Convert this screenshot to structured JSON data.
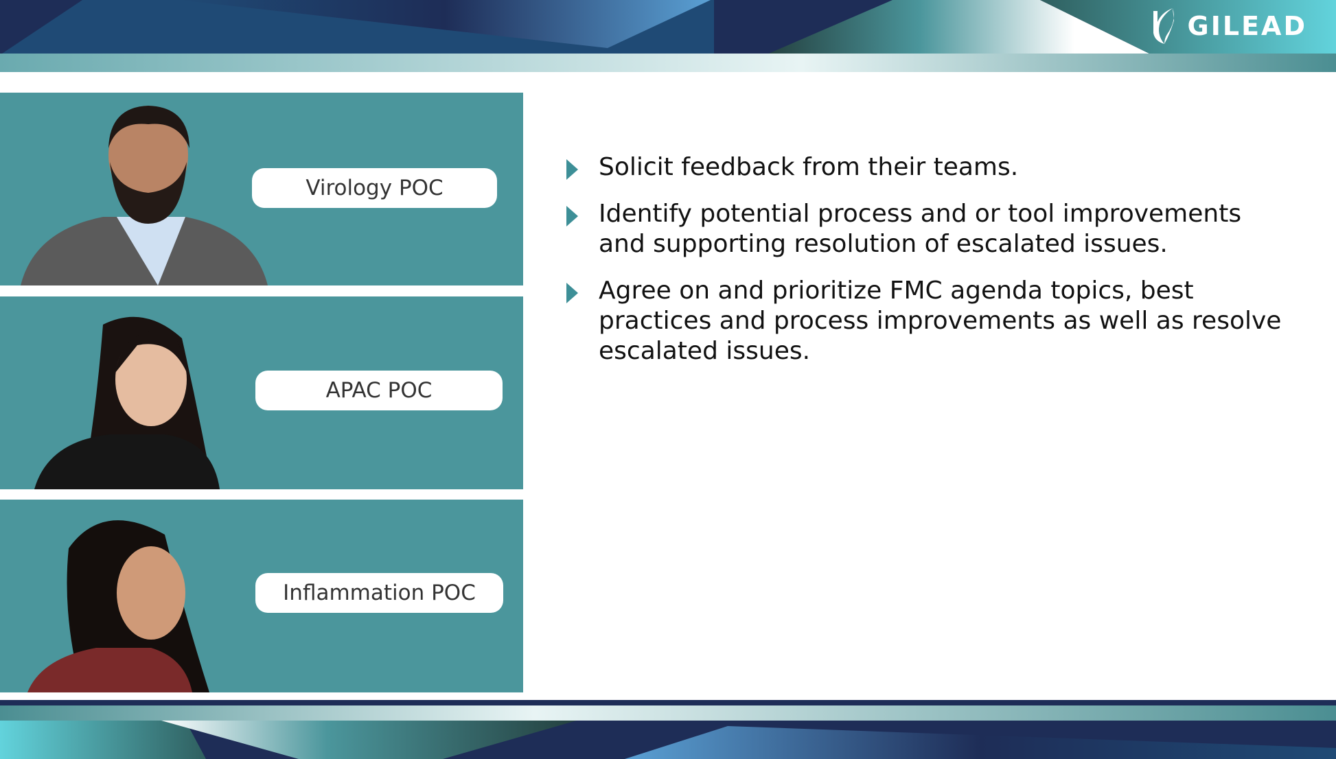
{
  "brand": {
    "logo_text": "GILEAD"
  },
  "contacts": [
    {
      "label": "Virology POC"
    },
    {
      "label": "APAC POC"
    },
    {
      "label": "Inflammation POC"
    }
  ],
  "bullets": [
    {
      "text": "Solicit feedback from their teams."
    },
    {
      "text": "Identify potential process and or tool improvements and supporting resolution of escalated issues."
    },
    {
      "text": "Agree on and prioritize FMC agenda topics, best practices and process improvements as well as resolve escalated issues."
    }
  ],
  "colors": {
    "navy": "#1e2d57",
    "teal": "#4b969c",
    "accent": "#3d8f97"
  }
}
